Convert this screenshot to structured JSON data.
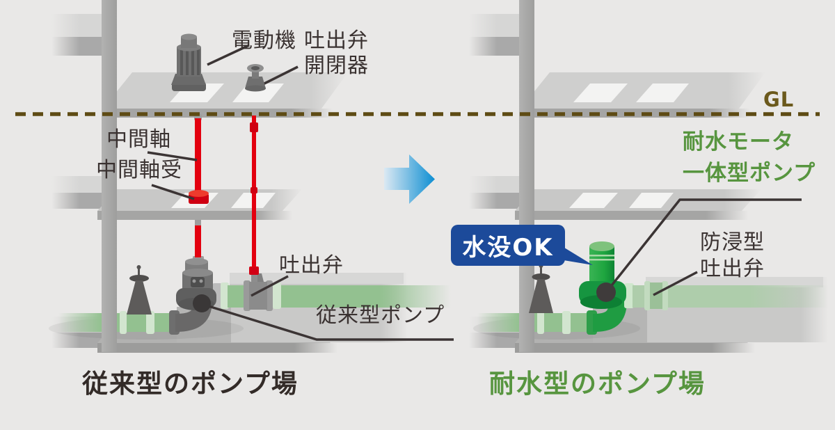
{
  "gl": {
    "label": "GL"
  },
  "left_station": {
    "caption": "従来型のポンプ場",
    "labels": {
      "motor": "電動機",
      "discharge_valve_opener": "吐出弁\n開閉器",
      "intermediate_shaft": "中間軸",
      "intermediate_shaft_bearing": "中間軸受",
      "discharge_valve": "吐出弁",
      "pump": "従来型ポンプ"
    }
  },
  "right_station": {
    "caption": "耐水型のポンプ場",
    "labels": {
      "integrated_pump": "耐水モータ\n一体型ポンプ",
      "submersion_badge": "水没OK",
      "flood_proof_discharge_valve": "防浸型\n吐出弁"
    }
  },
  "colors": {
    "background": "#e9e8e7",
    "red_shaft": "#e3000f",
    "pump_green": "#1ea53f",
    "label_green": "#57953f",
    "badge_blue": "#1c4a9a",
    "gl_brown": "#6b591c",
    "arrow_blue": "#0d8ed2",
    "text_dark": "#3a3231",
    "pipe_green": "#93c190"
  }
}
